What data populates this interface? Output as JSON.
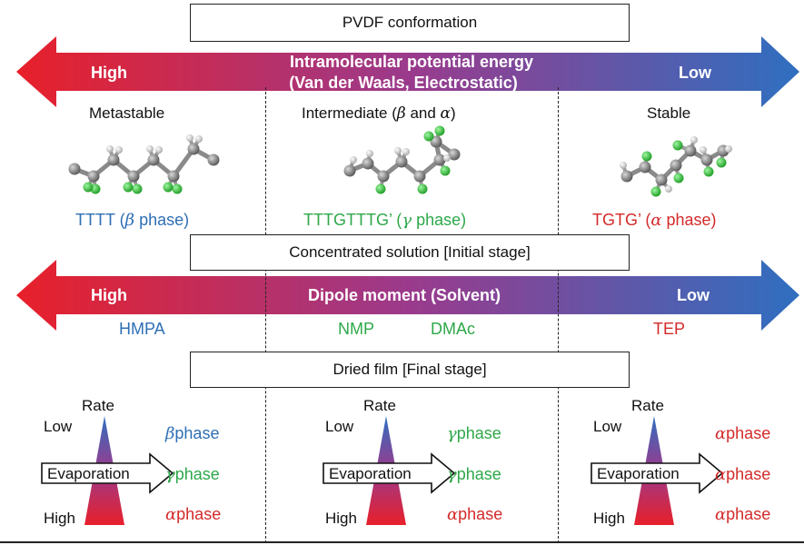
{
  "title_box": "PVDF conformation",
  "energy_arrow": {
    "left": "High",
    "right": "Low",
    "line1": "Intramolecular potential energy",
    "line2": "(Van der Waals, Electrostatic)",
    "color_left": "#e8202a",
    "color_mid": "#9b3a8c",
    "color_right": "#2f6fc0"
  },
  "stability": {
    "left": "Metastable",
    "mid_prefix": "Intermediate (",
    "mid_beta": "β",
    "mid_and": " and ",
    "mid_alpha": "α",
    "mid_suffix": ")",
    "right": "Stable"
  },
  "conformations": {
    "left_seq": "TTTT (",
    "left_greek": "β",
    "left_phase": " phase)",
    "mid_seq": "TTTGTTTG’ (",
    "mid_greek": "γ",
    "mid_phase": " phase)",
    "right_seq": "TGTG’ (",
    "right_greek": "α",
    "right_phase": " phase)"
  },
  "solution_box": "Concentrated solution [Initial stage]",
  "dipole_arrow": {
    "left": "High",
    "label": "Dipole moment (Solvent)",
    "right": "Low"
  },
  "solvents": {
    "hmpa": "HMPA",
    "nmp": "NMP",
    "dmac": "DMAc",
    "tep": "TEP"
  },
  "film_box": "Dried film [Final stage]",
  "rate_diagram": {
    "rate": "Rate",
    "low": "Low",
    "high": "High",
    "evaporation": "Evaporation",
    "phase_word": "phase"
  },
  "panels": [
    {
      "phases": [
        {
          "greek": "β",
          "color": "blue"
        },
        {
          "greek": "γ",
          "color": "green"
        },
        {
          "greek": "α",
          "color": "red"
        }
      ]
    },
    {
      "phases": [
        {
          "greek": "γ",
          "color": "green"
        },
        {
          "greek": "γ",
          "color": "green"
        },
        {
          "greek": "α",
          "color": "red"
        }
      ]
    },
    {
      "phases": [
        {
          "greek": "α",
          "color": "red"
        },
        {
          "greek": "α",
          "color": "red"
        },
        {
          "greek": "α",
          "color": "red"
        }
      ]
    }
  ],
  "atom_colors": {
    "carbon": "#7a7a7a",
    "fluorine": "#33c83a",
    "hydrogen": "#e8e8e8"
  }
}
